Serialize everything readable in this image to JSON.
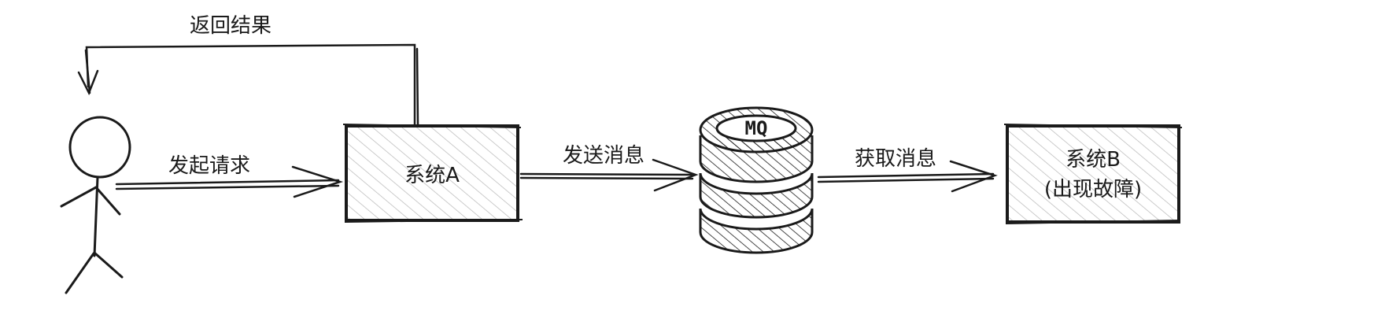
{
  "labels": {
    "return_result": "返回结果",
    "send_request": "发起请求",
    "system_a": "系统A",
    "send_message": "发送消息",
    "mq": "MQ",
    "get_message": "获取消息",
    "system_b_line1": "系统B",
    "system_b_line2": "(出现故障)"
  },
  "colors": {
    "stroke": "#1a1a1a",
    "hatch_light": "#b5b5b5",
    "hatch_dark": "#1a1a1a",
    "background": "#ffffff"
  }
}
